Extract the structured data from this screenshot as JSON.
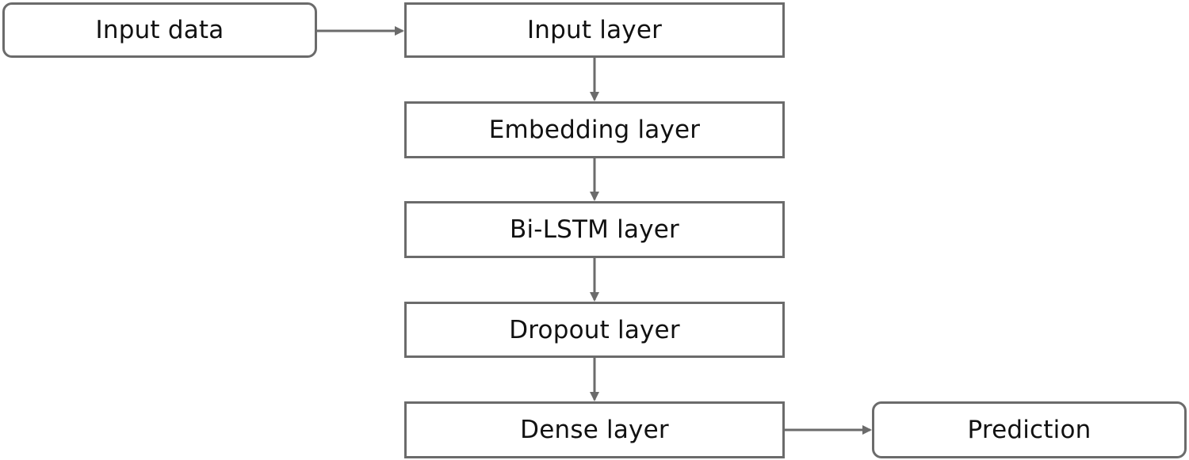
{
  "nodes": {
    "input_data": "Input data",
    "input_layer": "Input layer",
    "embedding_layer": "Embedding layer",
    "bilstm_layer": "Bi-LSTM layer",
    "dropout_layer": "Dropout layer",
    "dense_layer": "Dense layer",
    "prediction": "Prediction"
  },
  "edges": [
    {
      "from": "input_data",
      "to": "input_layer"
    },
    {
      "from": "input_layer",
      "to": "embedding_layer"
    },
    {
      "from": "embedding_layer",
      "to": "bilstm_layer"
    },
    {
      "from": "bilstm_layer",
      "to": "dropout_layer"
    },
    {
      "from": "dropout_layer",
      "to": "dense_layer"
    },
    {
      "from": "dense_layer",
      "to": "prediction"
    }
  ],
  "colors": {
    "stroke": "#6b6b6b",
    "text": "#111111"
  }
}
